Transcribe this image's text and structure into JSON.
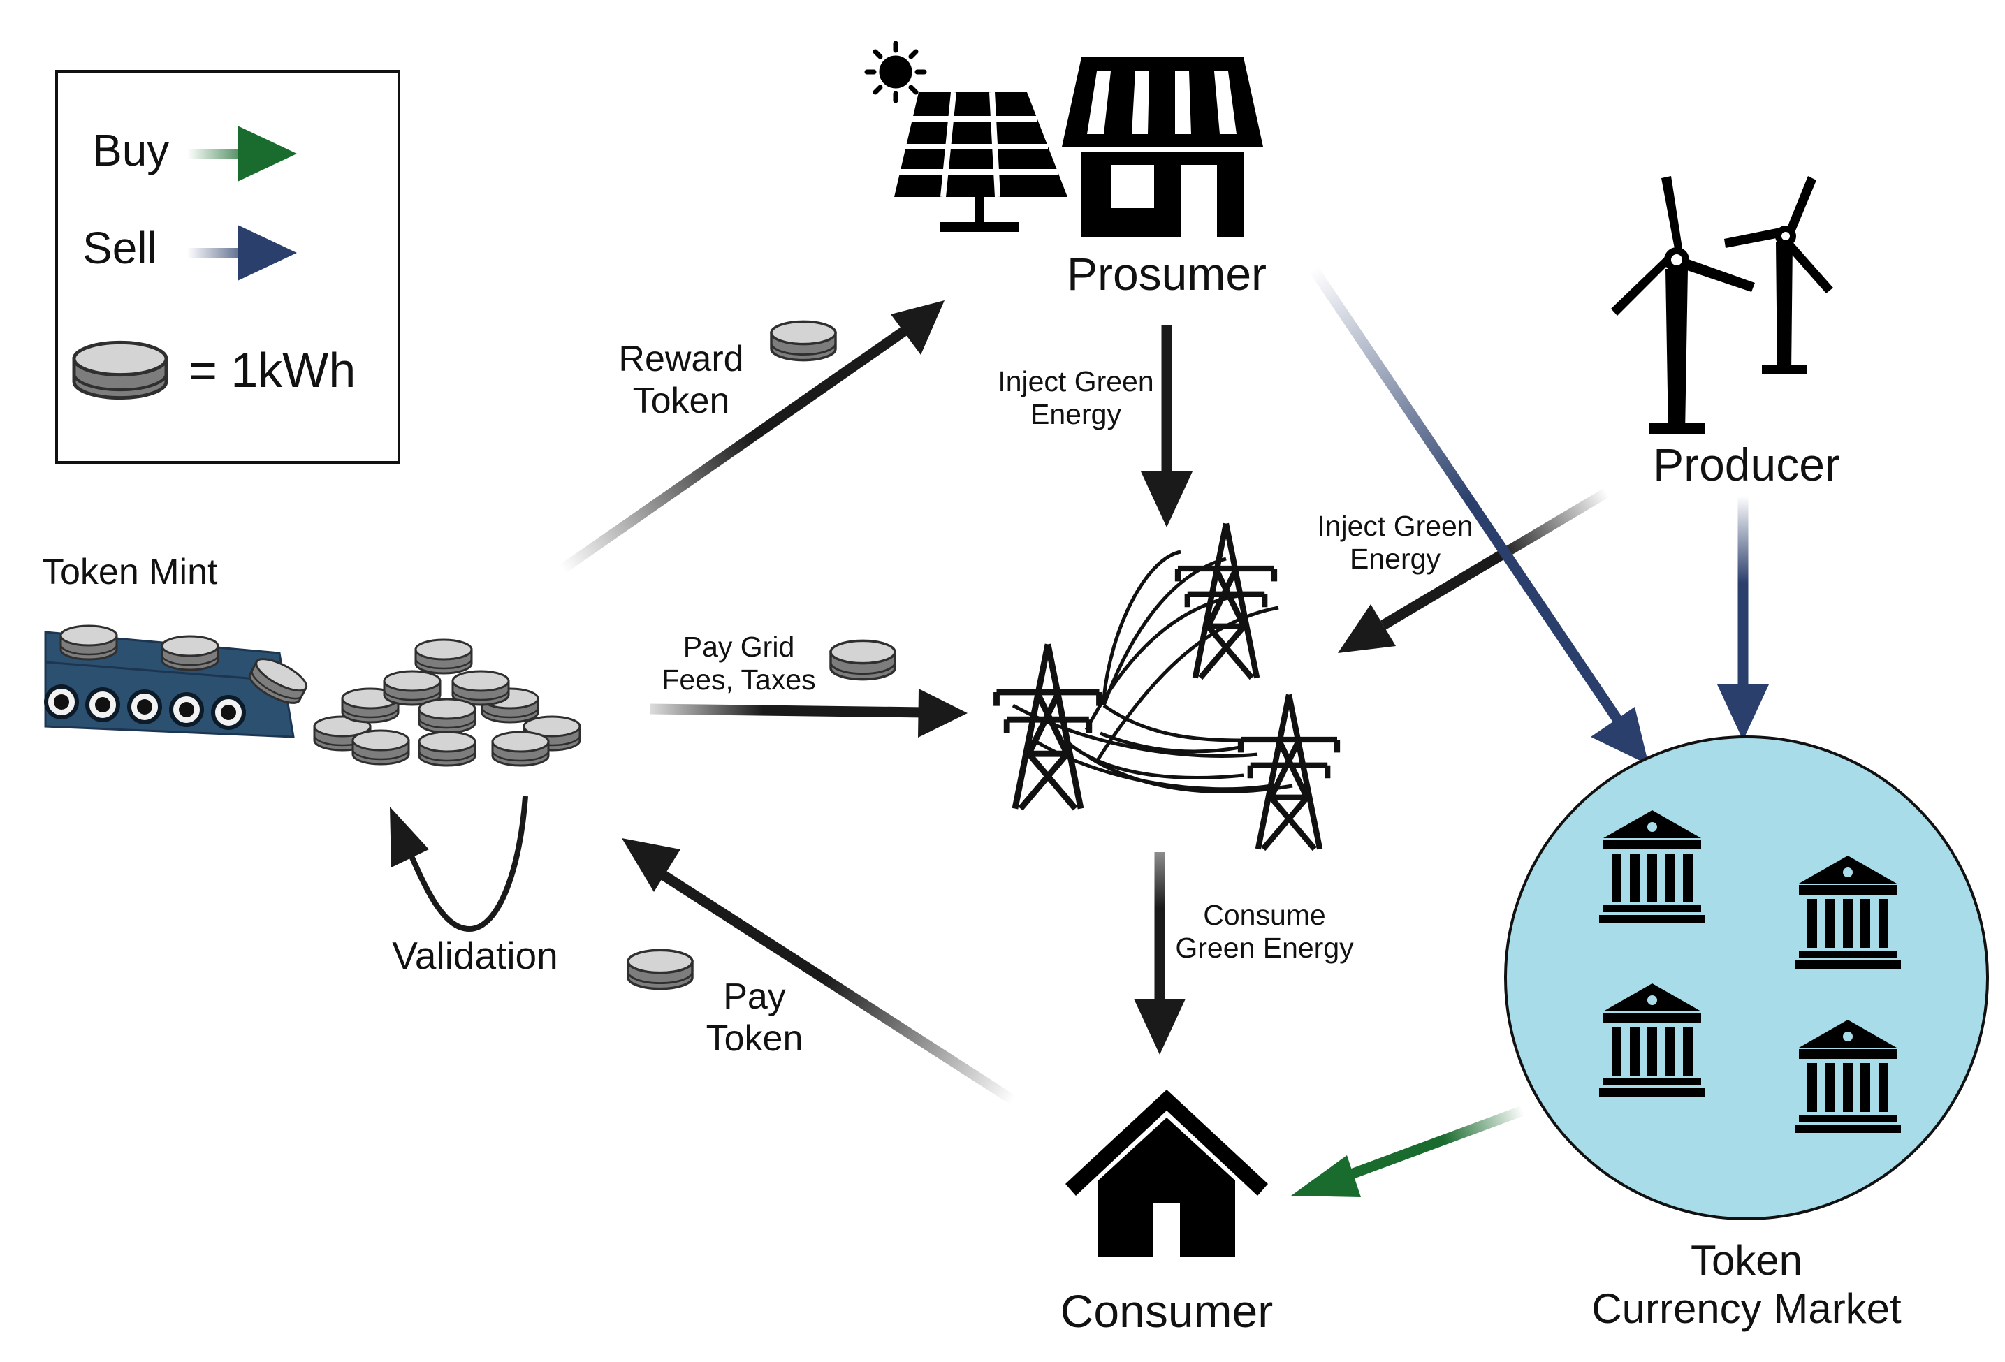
{
  "legend": {
    "buy_label": "Buy",
    "sell_label": "Sell",
    "token_unit_label": "= 1kWh"
  },
  "nodes": {
    "prosumer": "Prosumer",
    "producer": "Producer",
    "consumer": "Consumer",
    "market": "Token\nCurrency Market",
    "token_mint": "Token Mint",
    "validation": "Validation"
  },
  "flows": {
    "reward_token": "Reward\nToken",
    "pay_grid_fees": "Pay Grid\nFees, Taxes",
    "pay_token": "Pay\nToken",
    "inject_prosumer": "Inject Green\nEnergy",
    "inject_producer": "Inject Green\nEnergy",
    "consume": "Consume\nGreen Energy"
  },
  "colors": {
    "buy": "#1a6b2e",
    "sell": "#2b3f6c",
    "flow": "#1a1a1a",
    "market_fill": "#a8dce8",
    "conveyor": "#2c5070",
    "token_fill": "#8c8c8c"
  }
}
